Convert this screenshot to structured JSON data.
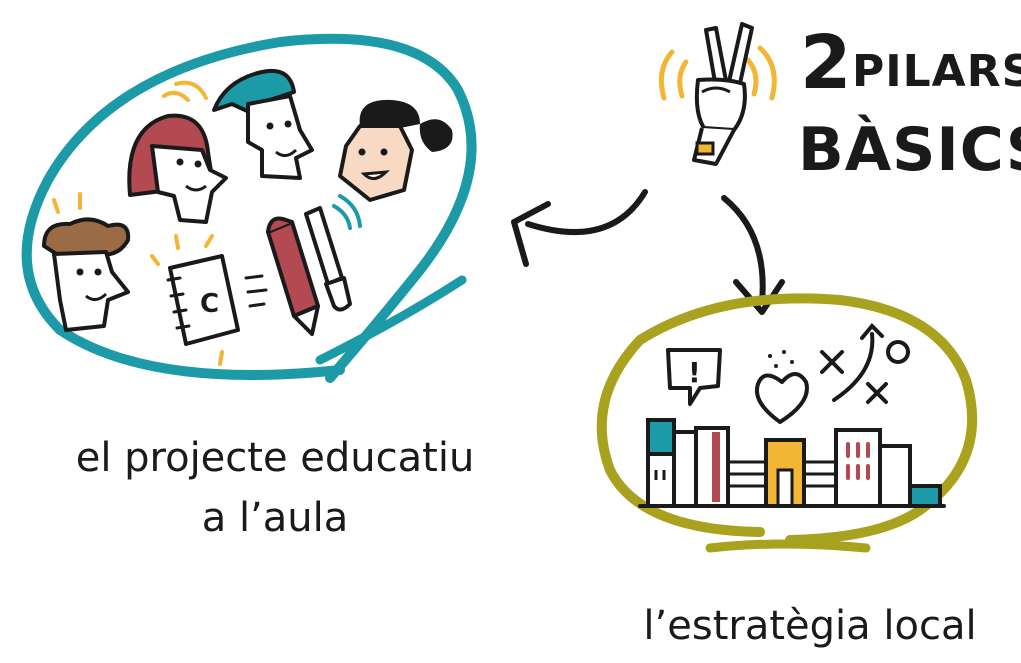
{
  "title": {
    "number": "2",
    "line1": "PILARS",
    "line2": "BÀSICS"
  },
  "pillars": [
    {
      "label_line1": "el projecte educatiu",
      "label_line2": "a l’aula"
    },
    {
      "label_line1": "l’estratègia local"
    }
  ],
  "icons": {
    "notebook_letter": "C",
    "speech_bubble": "!"
  },
  "colors": {
    "teal": "#1d9aa8",
    "olive": "#a9a21e",
    "yellow": "#f3b534",
    "red": "#b34a52",
    "skin": "#f7d9c4",
    "ink": "#1a1a1a"
  }
}
